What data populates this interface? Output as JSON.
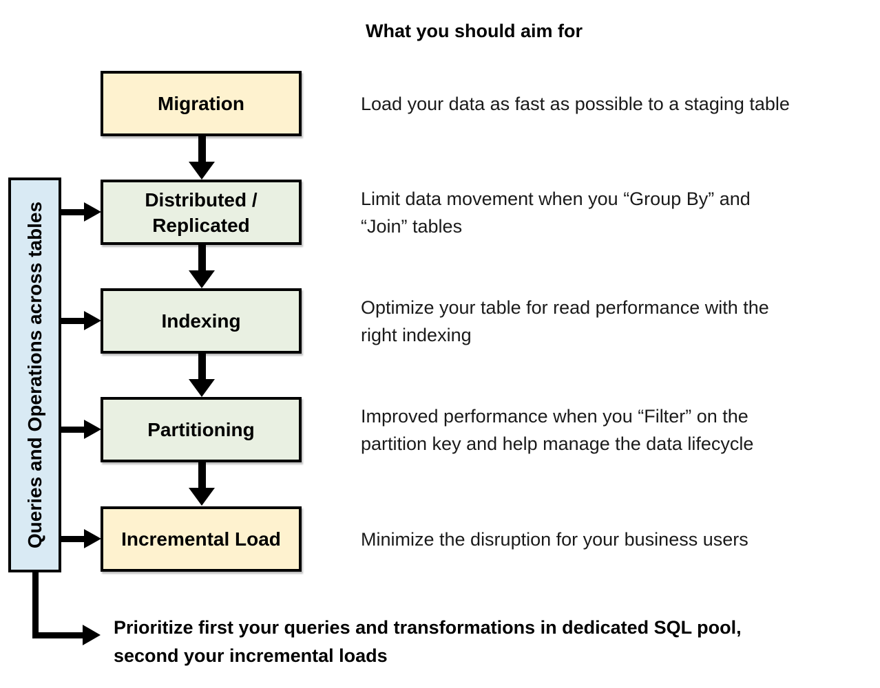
{
  "title": "What you should aim for",
  "side_bar": {
    "label": "Queries and Operations across tables"
  },
  "colors": {
    "box_yellow": "#FEF2CF",
    "box_green": "#E9F0E2",
    "bar_blue": "#D9EAF4",
    "outline": "#000000",
    "text": "#1A1A1A"
  },
  "rows": [
    {
      "box_lines": [
        "Migration"
      ],
      "desc_lines": [
        "Load your data as fast as possible to a staging table"
      ]
    },
    {
      "box_lines": [
        "Distributed /",
        "Replicated"
      ],
      "desc_lines": [
        "Limit data movement when you “Group By” and",
        "“Join” tables"
      ]
    },
    {
      "box_lines": [
        "Indexing"
      ],
      "desc_lines": [
        "Optimize your table for read performance with the",
        "right indexing"
      ]
    },
    {
      "box_lines": [
        "Partitioning"
      ],
      "desc_lines": [
        "Improved performance when you “Filter” on the",
        "partition key and help manage the data lifecycle"
      ]
    },
    {
      "box_lines": [
        "Incremental Load"
      ],
      "desc_lines": [
        "Minimize the disruption for your business users"
      ]
    }
  ],
  "bottom_note": {
    "lines": [
      "Prioritize first your queries and transformations in dedicated SQL pool,",
      "second your incremental loads"
    ]
  }
}
